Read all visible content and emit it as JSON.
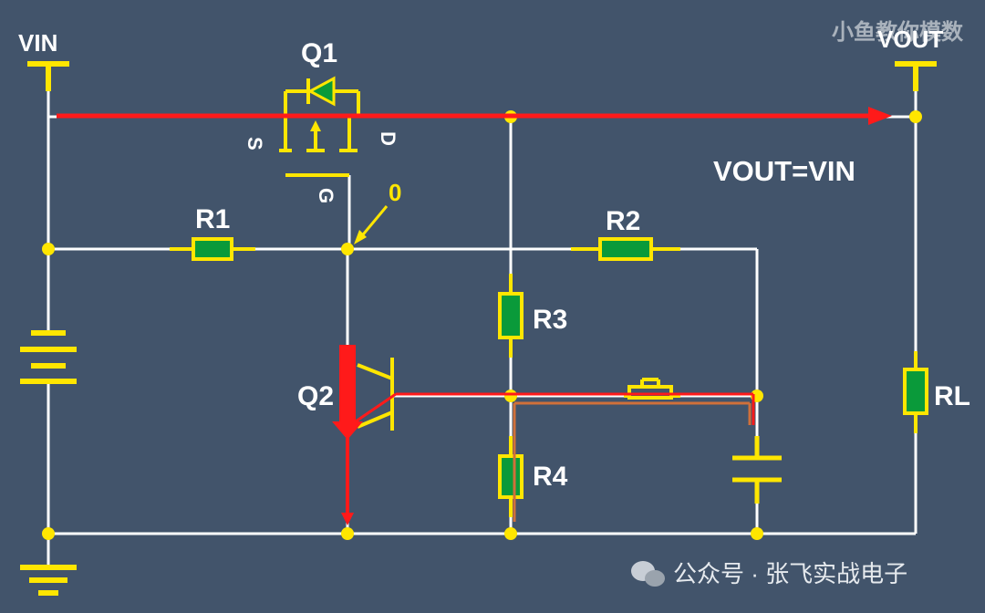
{
  "labels": {
    "vin": "VIN",
    "vout": "VOUT",
    "q1": "Q1",
    "q2": "Q2",
    "source": "S",
    "drain": "D",
    "gate": "G",
    "r1": "R1",
    "r2": "R2",
    "r3": "R3",
    "r4": "R4",
    "rl": "RL",
    "node_value": "0",
    "equation": "VOUT=VIN"
  },
  "watermark": {
    "top_right": "小鱼教你模数",
    "bottom": "公众号 · 张飞实战电子"
  },
  "colors": {
    "background": "#42546b",
    "wire": "#ffffff",
    "component": "#ffe600",
    "resistor_fill": "#0a9a3a",
    "current_path": "#ff1a1a",
    "secondary_path": "#d0703a"
  }
}
